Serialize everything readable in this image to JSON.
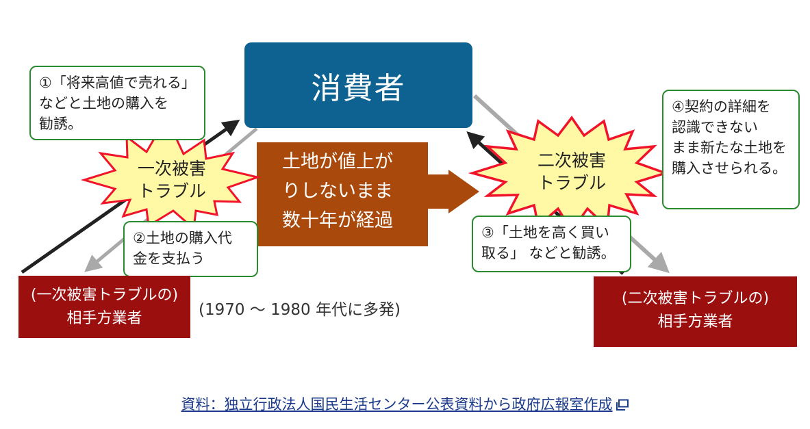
{
  "consumer": {
    "label": "消費者"
  },
  "notes": {
    "n1": {
      "lines": [
        "①「将来高値で売れる」",
        "などと土地の購入を",
        "勧誘。"
      ]
    },
    "n2": {
      "lines": [
        "②土地の購入代",
        "金を支払う"
      ]
    },
    "n3": {
      "lines": [
        "③「土地を高く買い",
        "取る」 などと勧誘。"
      ]
    },
    "n4": {
      "lines": [
        "④契約の詳細を",
        "認識できない",
        "まま新たな土地を",
        "購入させられる。"
      ]
    }
  },
  "bursts": {
    "primary": {
      "lines": [
        "一次被害",
        "トラブル"
      ]
    },
    "secondary": {
      "lines": [
        "二次被害",
        "トラブル"
      ]
    }
  },
  "middle_arrow": {
    "lines": [
      "土地が値上が",
      "りしないまま",
      "数十年が経過"
    ]
  },
  "vendors": {
    "primary": {
      "lines": [
        "(一次被害トラブルの)",
        "相手方業者"
      ]
    },
    "secondary": {
      "lines": [
        "(二次被害トラブルの)",
        "相手方業者"
      ]
    }
  },
  "era_note": "(1970 ～ 1980 年代に多発)",
  "source_link": "資料：独立行政法人国民生活センター公表資料から政府広報室作成",
  "colors": {
    "consumer_fill": "#0d6292",
    "vendor_fill": "#9c0f0f",
    "note_border": "#2a8a2e",
    "burst_fill": "#fff9a6",
    "burst_stroke": "#f0132a",
    "middle_arrow_fill": "#a94a0c",
    "arrow_dark": "#222222",
    "arrow_gray": "#a9a9a9",
    "link_color": "#1a3a8c"
  },
  "icons": {
    "source_link_icon": "external-window-icon"
  }
}
